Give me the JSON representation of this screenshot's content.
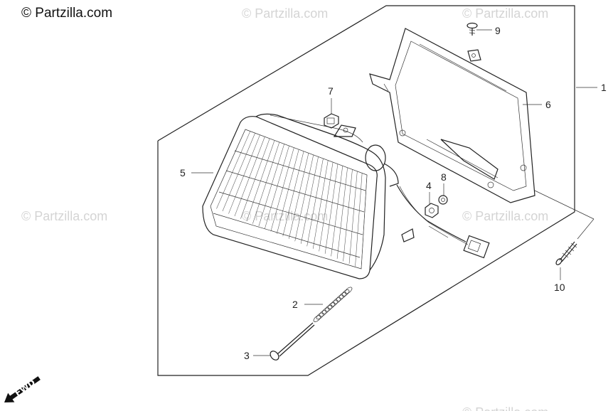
{
  "copyright": "© Partzilla.com",
  "watermarks": [
    "© Partzilla.com",
    "© Partzilla.com",
    "© Partzilla.com",
    "© Partzilla.com",
    "© Partzilla.com",
    "© Partzilla.com"
  ],
  "callouts": {
    "c1": "1",
    "c2": "2",
    "c3": "3",
    "c4": "4",
    "c5": "5",
    "c6": "6",
    "c7": "7",
    "c8": "8",
    "c9": "9",
    "c10": "10"
  },
  "fwd_label": "FWD"
}
